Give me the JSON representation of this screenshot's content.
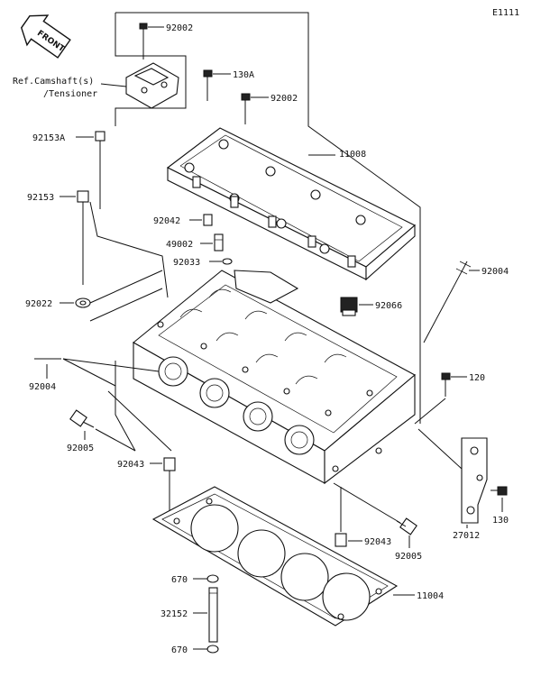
{
  "diagram_code": "E1111",
  "front_label": "FRONT",
  "ref_label_line1": "Ref.Camshaft(s)",
  "ref_label_line2": "/Tensioner",
  "parts": {
    "p92002_top": "92002",
    "p130A": "130A",
    "p92002_mid": "92002",
    "p92153A": "92153A",
    "p11008": "11008",
    "p92153": "92153",
    "p92042": "92042",
    "p49002": "49002",
    "p92033": "92033",
    "p92004_right": "92004",
    "p92022": "92022",
    "p92066": "92066",
    "p120": "120",
    "p92004_left": "92004",
    "p92005_left": "92005",
    "p92043_left": "92043",
    "p130": "130",
    "p27012": "27012",
    "p92043_right": "92043",
    "p92005_right": "92005",
    "p670_top": "670",
    "p11004": "11004",
    "p32152": "32152",
    "p670_bottom": "670"
  }
}
